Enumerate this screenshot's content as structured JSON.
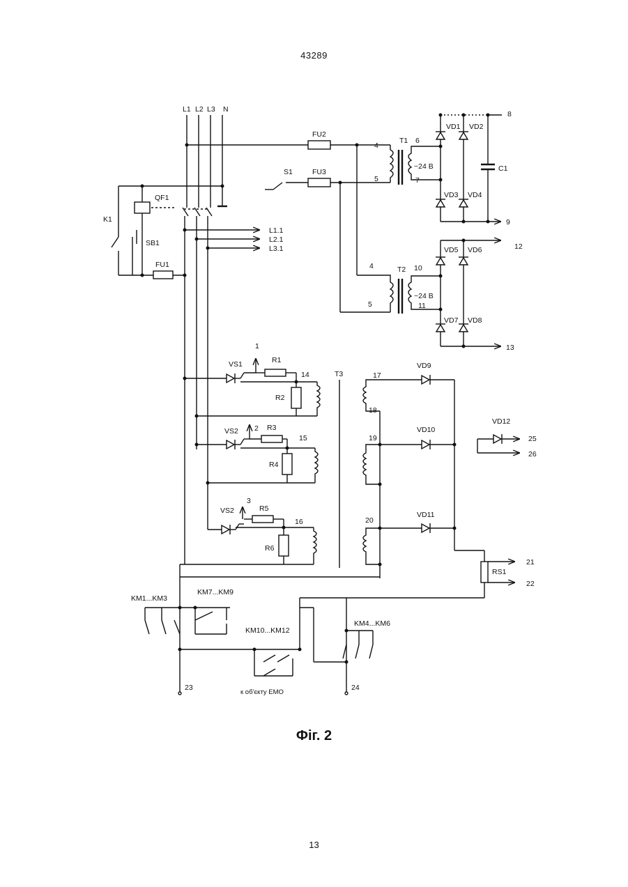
{
  "header": {
    "patent_number": "43289"
  },
  "figure": {
    "caption": "Фіг. 2"
  },
  "footer": {
    "page_number": "13"
  },
  "labels": {
    "L1": "L1",
    "L2": "L2",
    "L3": "L3",
    "N": "N",
    "QF1": "QF1",
    "K1": "K1",
    "SB1": "SB1",
    "FU1": "FU1",
    "FU2": "FU2",
    "FU3": "FU3",
    "S1": "S1",
    "T1": "T1",
    "T2": "T2",
    "T3": "T3",
    "C1": "C1",
    "L11": "L1.1",
    "L21": "L2.1",
    "L31": "L3.1",
    "VD1": "VD1",
    "VD2": "VD2",
    "VD3": "VD3",
    "VD4": "VD4",
    "VD5": "VD5",
    "VD6": "VD6",
    "VD7": "VD7",
    "VD8": "VD8",
    "VD9": "VD9",
    "VD10": "VD10",
    "VD11": "VD11",
    "VD12": "VD12",
    "VS1": "VS1",
    "VS2a": "VS2",
    "VS2b": "VS2",
    "R1": "R1",
    "R2": "R2",
    "R3": "R3",
    "R4": "R4",
    "R5": "R5",
    "R6": "R6",
    "RS1": "RS1",
    "KM1_3": "KM1...KM3",
    "KM7_9": "KM7...KM9",
    "KM10_12": "KM10...KM12",
    "KM4_6": "KM4...KM6",
    "v24a": "~24 B",
    "v24b": "~24 B",
    "n1": "1",
    "n2": "2",
    "n3": "3",
    "n4a": "4",
    "n5a": "5",
    "n4b": "4",
    "n5b": "5",
    "n6": "6",
    "n7": "7",
    "n8": "8",
    "n9": "9",
    "n10": "10",
    "n11": "11",
    "n12": "12",
    "n13": "13",
    "n14": "14",
    "n15": "15",
    "n16": "16",
    "n17": "17",
    "n18": "18",
    "n19": "19",
    "n20": "20",
    "n21": "21",
    "n22": "22",
    "n23": "23",
    "n24": "24",
    "n25": "25",
    "n26": "26",
    "emo": "к об'єкту ЕМО"
  }
}
